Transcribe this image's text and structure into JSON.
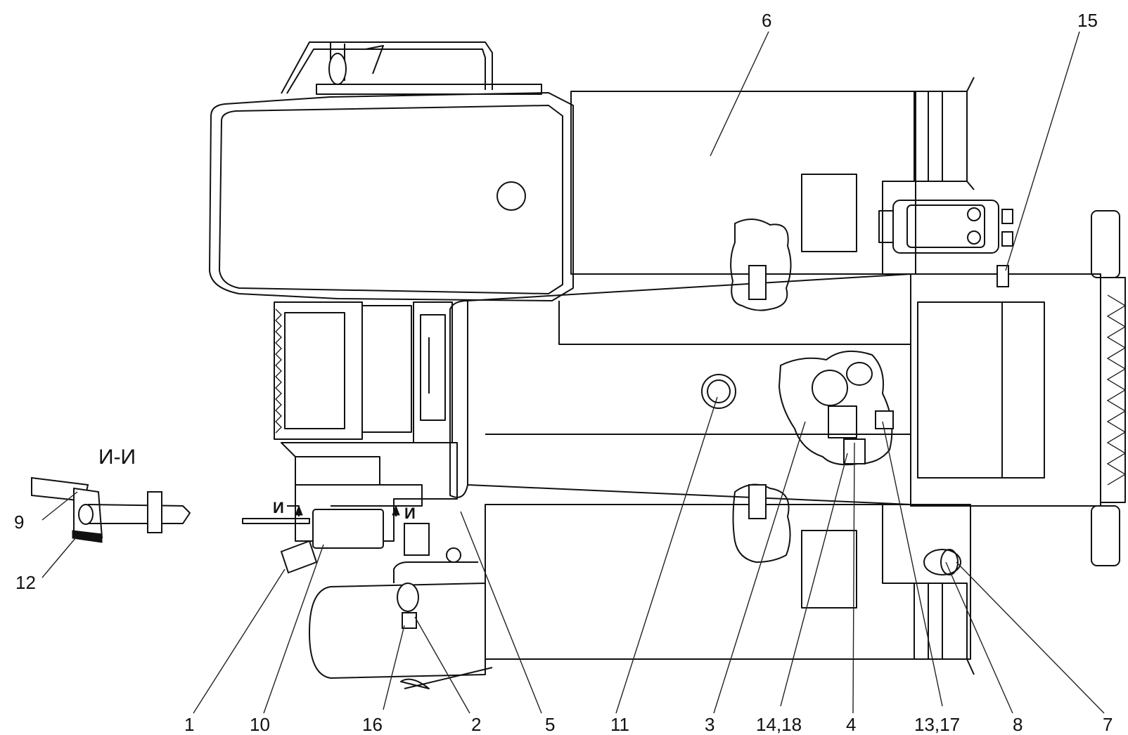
{
  "section_title": "И-И",
  "section_marks": [
    "И",
    "И"
  ],
  "callouts": [
    {
      "id": "c1",
      "text": "1"
    },
    {
      "id": "c10",
      "text": "10"
    },
    {
      "id": "c16",
      "text": "16"
    },
    {
      "id": "c2",
      "text": "2"
    },
    {
      "id": "c5",
      "text": "5"
    },
    {
      "id": "c11",
      "text": "11"
    },
    {
      "id": "c3",
      "text": "3"
    },
    {
      "id": "c14_18",
      "text": "14,18"
    },
    {
      "id": "c4",
      "text": "4"
    },
    {
      "id": "c13_17",
      "text": "13,17"
    },
    {
      "id": "c8",
      "text": "8"
    },
    {
      "id": "c7",
      "text": "7"
    },
    {
      "id": "c6",
      "text": "6"
    },
    {
      "id": "c15",
      "text": "15"
    },
    {
      "id": "c9",
      "text": "9"
    },
    {
      "id": "c12",
      "text": "12"
    }
  ]
}
